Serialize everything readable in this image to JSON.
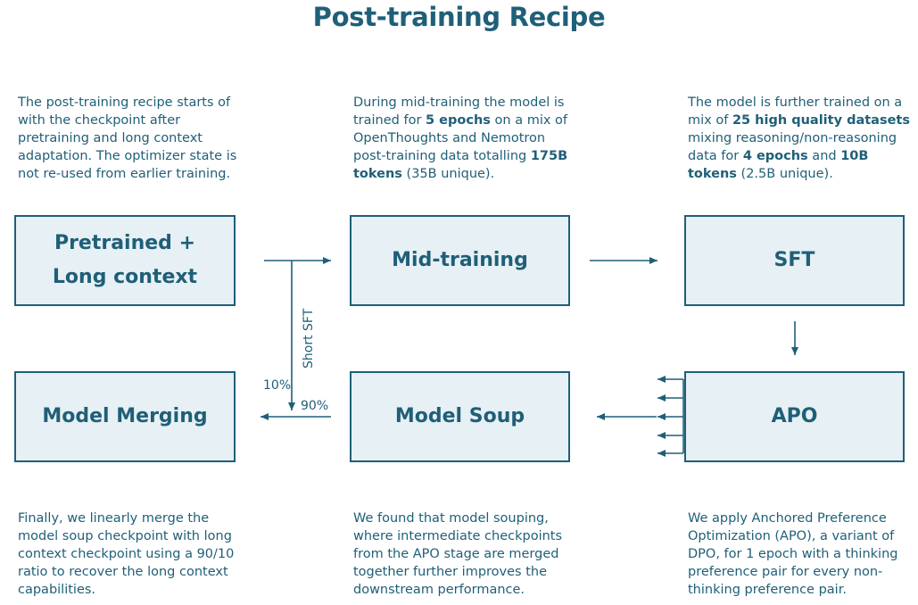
{
  "title": "Post-training Recipe",
  "descriptions": {
    "pretrained": {
      "text": "The post-training recipe starts of\nwith the checkpoint after\npretraining and long context\nadaptation. The optimizer state is\nnot re-used from earlier training."
    },
    "midtraining": {
      "l1": "During mid-training the model is",
      "l2a": "trained for ",
      "l2b": "5 epochs",
      "l2c": " on a mix  of",
      "l3": "OpenThoughts and Nemotron",
      "l4a": "post-training data totalling ",
      "l4b": "175B",
      "l5a": "tokens",
      "l5b": " (35B unique)."
    },
    "sft": {
      "l1": "The model is further trained on a",
      "l2a": "mix of ",
      "l2b": "25 high quality datasets",
      "l3": "mixing reasoning/non-reasoning",
      "l4a": "data for ",
      "l4b": "4 epochs",
      "l4c": " and ",
      "l4d": "10B",
      "l5a": "tokens",
      "l5b": " (2.5B unique)."
    },
    "merging": {
      "text": "Finally, we linearly merge the\nmodel soup checkpoint with long\ncontext checkpoint using a 90/10\nratio to recover the long context\ncapabilities."
    },
    "soup": {
      "text": "We found that model souping,\nwhere intermediate checkpoints\nfrom the APO stage are merged\ntogether further improves the\ndownstream performance."
    },
    "apo": {
      "text": "We apply Anchored Preference\nOptimization (APO), a variant of\nDPO,  for 1 epoch with a thinking\npreference pair for every non-\nthinking preference pair."
    }
  },
  "boxes": {
    "pretrained": "Pretrained +\nLong context",
    "midtraining": "Mid-training",
    "sft": "SFT",
    "merging": "Model Merging",
    "soup": "Model Soup",
    "apo": "APO"
  },
  "labels": {
    "short_sft": "Short SFT",
    "pct10": "10%",
    "pct90": "90%"
  },
  "colors": {
    "primary": "#1f5f78",
    "box_fill": "#e7f0f4"
  }
}
